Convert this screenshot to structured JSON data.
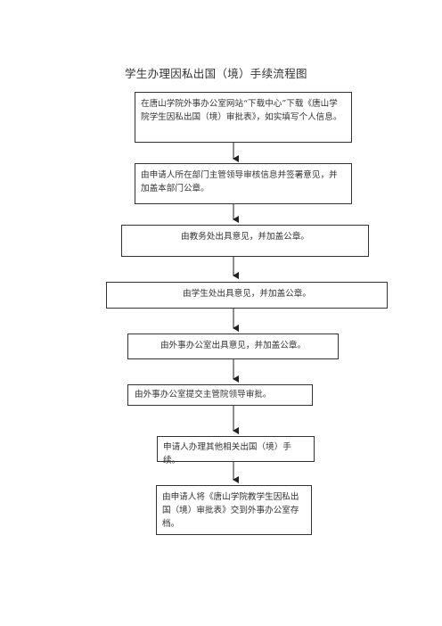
{
  "title": "学生办理因私出国（境）手续流程图",
  "steps": [
    "在唐山学院外事办公室网站“下载中心”下载《唐山学院学生因私出国（境）审批表》，如实填写个人信息。",
    "由申请人所在部门主管领导审核信息并签署意见，并加盖本部门公章。",
    "由教务处出具意见，并加盖公章。",
    "由学生处出具意见，并加盖公章。",
    "由外事办公室出具意见，并加盖公章。",
    "由外事办公室提交主管院领导审批。",
    "申请人办理其他相关出国（境）手续。",
    "由申请人将《唐山学院教学生因私出国（境）审批表》交到外事办公室存档。"
  ]
}
